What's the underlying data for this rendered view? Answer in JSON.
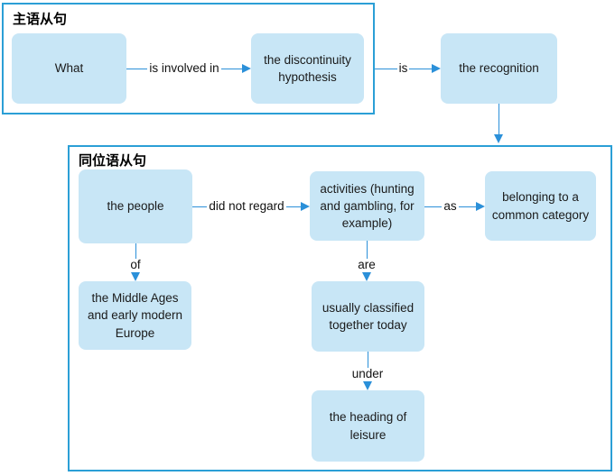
{
  "colors": {
    "frame_border": "#2b9fd6",
    "arrow": "#2b90d9",
    "node_fill": "#c8e6f6",
    "text": "#1a1a1a"
  },
  "subject_clause": {
    "title": "主语从句",
    "nodes": {
      "what": "What",
      "discontinuity": "the discontinuity hypothesis",
      "recognition": "the recognition"
    },
    "connectors": {
      "involved": "is involved in",
      "is": "is"
    }
  },
  "appositive_clause": {
    "title": "同位语从句",
    "nodes": {
      "people": "the people",
      "activities": "activities (hunting and gambling, for example)",
      "belonging": "belonging to a common category",
      "middle_ages": "the Middle Ages and early modern Europe",
      "usually": "usually classified together today",
      "heading": "the heading of leisure"
    },
    "connectors": {
      "did_not_regard": "did not regard",
      "as": "as",
      "of": "of",
      "are": "are",
      "under": "under"
    }
  }
}
